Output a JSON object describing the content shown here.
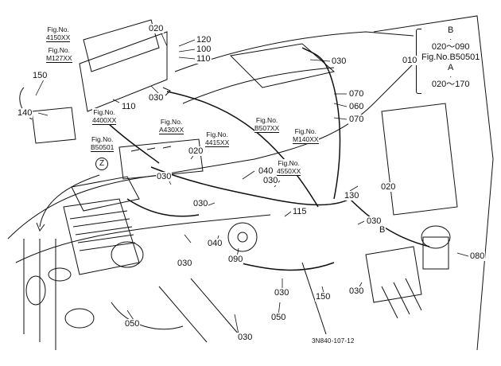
{
  "callouts": {
    "c020_top": "020",
    "c120": "120",
    "c100": "100",
    "c110_top": "110",
    "c030_topright": "030",
    "c150_left": "150",
    "c140": "140",
    "c030_a": "030",
    "c110_mid": "110",
    "c070_a": "070",
    "c060": "060",
    "c070_b": "070",
    "c020_mid": "020",
    "c030_b": "030",
    "c040_a": "040",
    "c030_c": "030",
    "c020_right": "020",
    "c130": "130",
    "c115": "115",
    "c030_d": "030",
    "c030_e": "030",
    "c040_b": "040",
    "c090": "090",
    "c030_f": "030",
    "c080": "080",
    "c030_g": "030",
    "c150_bottom": "150",
    "c030_h": "030",
    "c050_left": "050",
    "c050_mid": "050",
    "c030_i": "030"
  },
  "fig_refs": {
    "f4150": {
      "top": "Fig.No.",
      "num": "4150XX"
    },
    "fM127": {
      "top": "Fig.No.",
      "num": "M127XX"
    },
    "f4400": {
      "top": "Fig.No.",
      "num": "4400XX"
    },
    "fA430": {
      "top": "Fig.No.",
      "num": "A430XX"
    },
    "fB50501": {
      "top": "Fig.No.",
      "num": "B50501"
    },
    "f4415": {
      "top": "Fig.No.",
      "num": "4415XX"
    },
    "fB507": {
      "top": "Fig.No.",
      "num": "B507XX"
    },
    "fM140": {
      "top": "Fig.No.",
      "num": "M140XX"
    },
    "f4550": {
      "top": "Fig.No.",
      "num": "4550XX"
    }
  },
  "legend": {
    "ref": "010",
    "b_label": "B",
    "b_range": "020～090",
    "fig_ref": "Fig.No.B50501",
    "a_label": "A",
    "a_range": "020～170"
  },
  "view_marks": {
    "z": "Z",
    "b": "B"
  },
  "drawing_number": "3N840-107-12"
}
